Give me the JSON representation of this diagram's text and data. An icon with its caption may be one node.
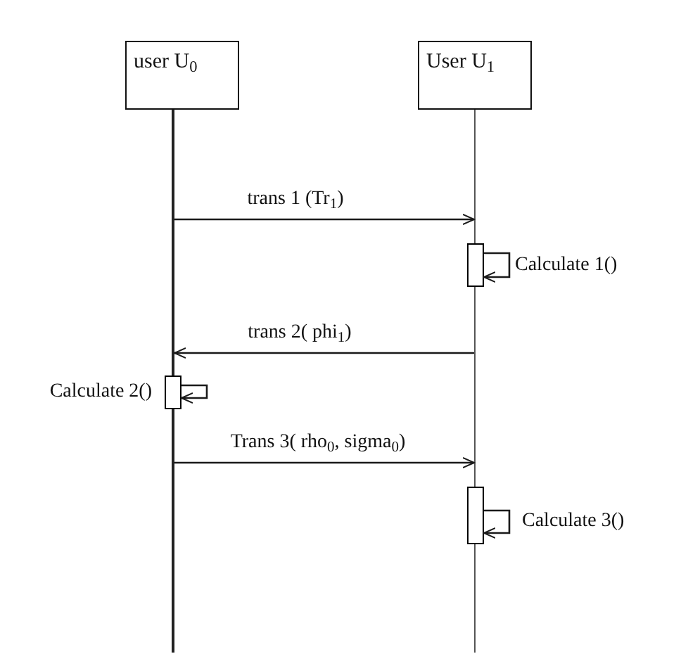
{
  "diagram": {
    "nodes": [
      {
        "text": [
          "user U$_{0}$"
        ]
      },
      {
        "text": [
          "User U$_{1}$"
        ]
      },
      {
        "text": [],
        "shape": "line"
      },
      {
        "text": [],
        "shape": "line"
      },
      {
        "text": [],
        "shape": "bar"
      },
      {
        "text": [],
        "shape": "bar"
      },
      {
        "text": [],
        "shape": "bar"
      }
    ],
    "edges": [
      {
        "from": 2,
        "to": 3,
        "arrow": "to",
        "label": "trans 1 (Tr$_{1}$)"
      },
      {
        "from": 4,
        "to": 4,
        "arrow": "to",
        "label": "Calculate 1()"
      },
      {
        "from": 3,
        "to": 2,
        "arrow": "to",
        "label": "trans 2( phi$_{1}$)"
      },
      {
        "from": 5,
        "to": 5,
        "arrow": "to",
        "label": "Calculate 2()"
      },
      {
        "from": 2,
        "to": 3,
        "arrow": "to",
        "label": "Trans 3( rho$_{0}$, sigma$_{0}$)"
      },
      {
        "from": 6,
        "to": 6,
        "arrow": "to",
        "label": "Calculate 3()"
      }
    ]
  }
}
